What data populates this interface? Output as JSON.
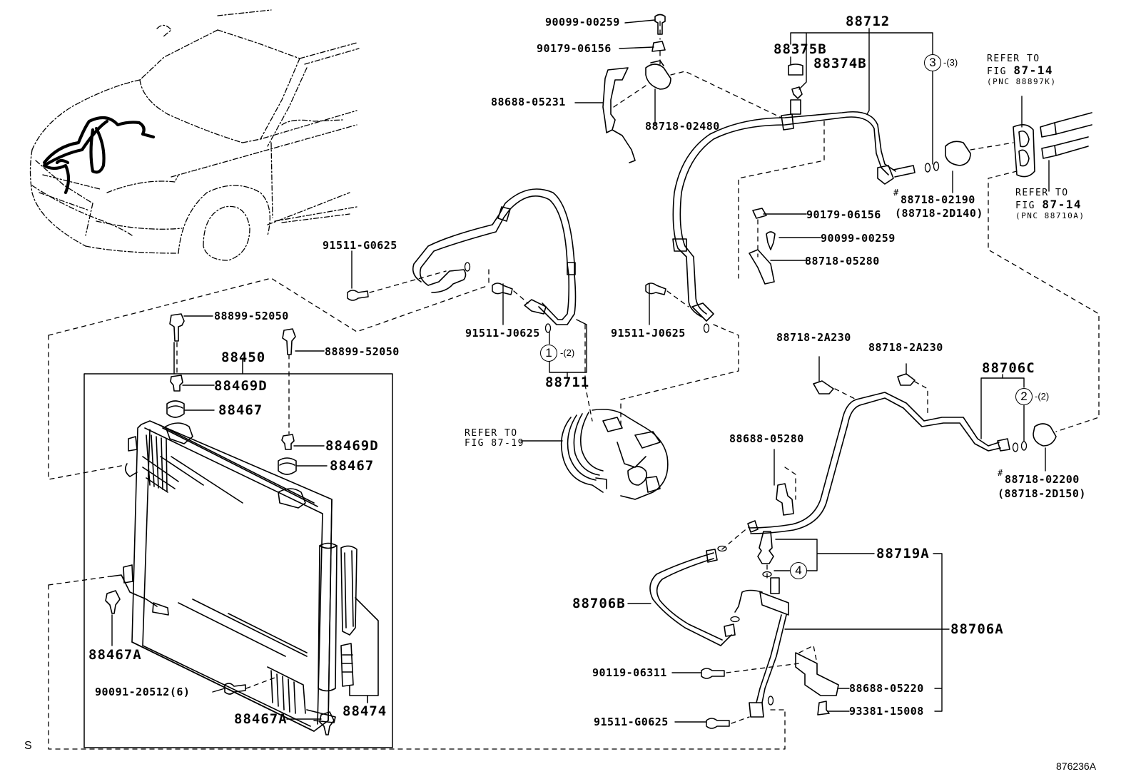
{
  "diagram": {
    "figure_id": "876236A",
    "corner_mark": "S",
    "context_view": "vehicle-front-engine-bay",
    "parts": {
      "p_90099_00259_top": "90099-00259",
      "p_90179_06156_top": "90179-06156",
      "p_88688_05231": "88688-05231",
      "p_88718_02480": "88718-02480",
      "p_88712": "88712",
      "p_88375B": "88375B",
      "p_88374B": "88374B",
      "p_88718_02190": "88718-02190",
      "p_88718_2D140": "(88718-2D140)",
      "p_90179_06156_mid": "90179-06156",
      "p_90099_00259_mid": "90099-00259",
      "p_88718_05280": "88718-05280",
      "p_91511_G0625_left": "91511-G0625",
      "p_91511_J0625_a": "91511-J0625",
      "p_91511_J0625_b": "91511-J0625",
      "p_88711": "88711",
      "p_88899_52050_a": "88899-52050",
      "p_88899_52050_b": "88899-52050",
      "p_88450": "88450",
      "p_88469D_a": "88469D",
      "p_88467_a": "88467",
      "p_88469D_b": "88469D",
      "p_88467_b": "88467",
      "p_88467A_a": "88467A",
      "p_88467A_b": "88467A",
      "p_90091_20512": "90091-20512(6)",
      "p_88474": "88474",
      "p_88718_2A230_a": "88718-2A230",
      "p_88718_2A230_b": "88718-2A230",
      "p_88706C": "88706C",
      "p_88718_02200": "88718-02200",
      "p_88718_2D150": "(88718-2D150)",
      "p_88688_05280": "88688-05280",
      "p_88719A": "88719A",
      "p_88706B": "88706B",
      "p_88706A": "88706A",
      "p_90119_06311": "90119-06311",
      "p_88688_05220": "88688-05220",
      "p_91511_G0625_bottom": "91511-G0625",
      "p_93381_15008": "93381-15008"
    },
    "hash_marks": {
      "h1": "#",
      "h2": "#"
    },
    "references": {
      "ref_top_1": "REFER TO",
      "ref_top_2": "FIG ",
      "ref_top_fig": "87-14",
      "ref_top_pnc": "(PNC 88897K)",
      "ref_mid_1": "REFER TO",
      "ref_mid_2": "FIG ",
      "ref_mid_fig": "87-14",
      "ref_mid_pnc": "(PNC 88710A)",
      "ref_comp_1": "REFER TO",
      "ref_comp_2": "FIG 87-19"
    },
    "callouts": [
      {
        "num": "1",
        "qty": "-(2)"
      },
      {
        "num": "2",
        "qty": "-(2)"
      },
      {
        "num": "3",
        "qty": "-(3)"
      },
      {
        "num": "4",
        "qty": ""
      }
    ]
  }
}
